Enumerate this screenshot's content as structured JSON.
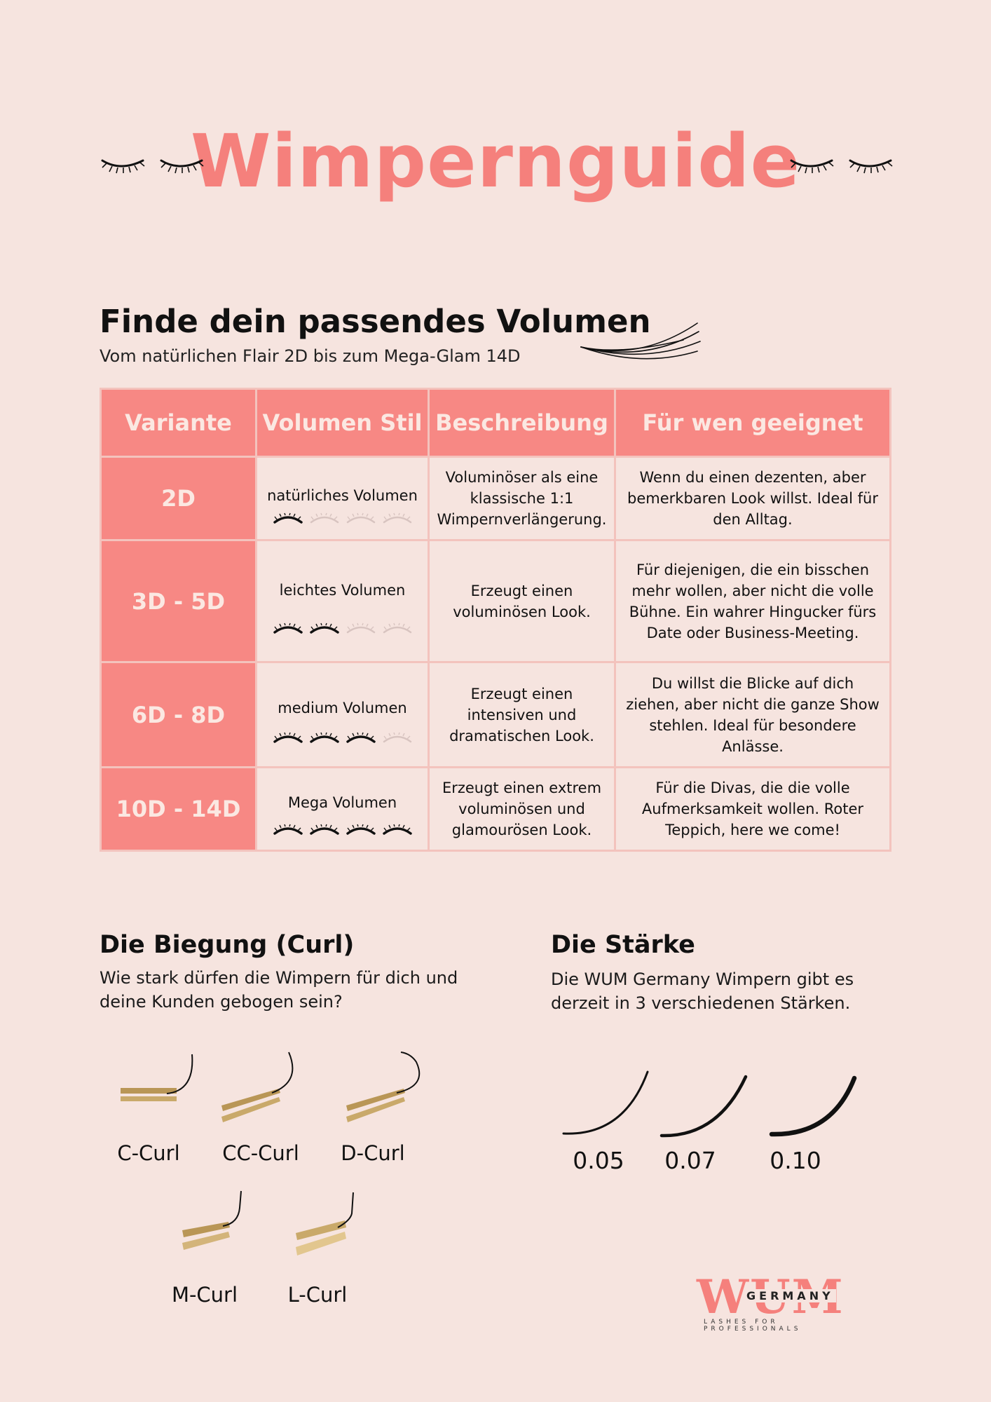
{
  "title": "Wimpernguide",
  "colors": {
    "accent": "#f5807c",
    "table_header": "#f78884",
    "background": "#f6e4df",
    "grid": "#f3c3bd"
  },
  "volume": {
    "heading": "Finde dein passendes Volumen",
    "subheading": "Vom natürlichen Flair 2D bis zum Mega-Glam 14D",
    "columns": [
      "Variante",
      "Volumen Stil",
      "Beschreibung",
      "Für wen geeignet"
    ],
    "rows": [
      {
        "variant": "2D",
        "style": "natürliches Volumen",
        "lash_level": 1,
        "description": "Voluminöser als eine klassische 1:1 Wimpernverlängerung.",
        "suited": "Wenn du einen dezenten, aber bemerkbaren Look willst. Ideal für den Alltag."
      },
      {
        "variant": "3D - 5D",
        "style": "leichtes Volumen",
        "lash_level": 2,
        "description": "Erzeugt einen voluminösen Look.",
        "suited": "Für diejenigen, die ein bisschen mehr wollen, aber nicht die volle Bühne. Ein wahrer Hingucker fürs Date oder Business-Meeting."
      },
      {
        "variant": "6D - 8D",
        "style": "medium Volumen",
        "lash_level": 3,
        "description": "Erzeugt einen intensiven und dramatischen Look.",
        "suited": "Du willst die Blicke auf dich ziehen, aber nicht die ganze Show stehlen. Ideal für besondere Anlässe."
      },
      {
        "variant": "10D - 14D",
        "style": "Mega Volumen",
        "lash_level": 4,
        "description": "Erzeugt einen extrem voluminösen und glamourösen Look.",
        "suited": "Für die Divas, die die volle Aufmerksamkeit wollen. Roter Teppich, here we come!"
      }
    ]
  },
  "curl": {
    "heading": "Die Biegung (Curl)",
    "text": "Wie stark dürfen die Wimpern für dich und deine Kunden gebogen sein?",
    "items": [
      "C-Curl",
      "CC-Curl",
      "D-Curl",
      "M-Curl",
      "L-Curl"
    ]
  },
  "strength": {
    "heading": "Die Stärke",
    "text": "Die WUM Germany Wimpern gibt es derzeit in 3 verschiedenen Stärken.",
    "items": [
      "0.05",
      "0.07",
      "0.10"
    ]
  },
  "logo": {
    "brand": "WUM",
    "country": "GERMANY",
    "tagline": "LASHES FOR PROFESSIONALS"
  }
}
